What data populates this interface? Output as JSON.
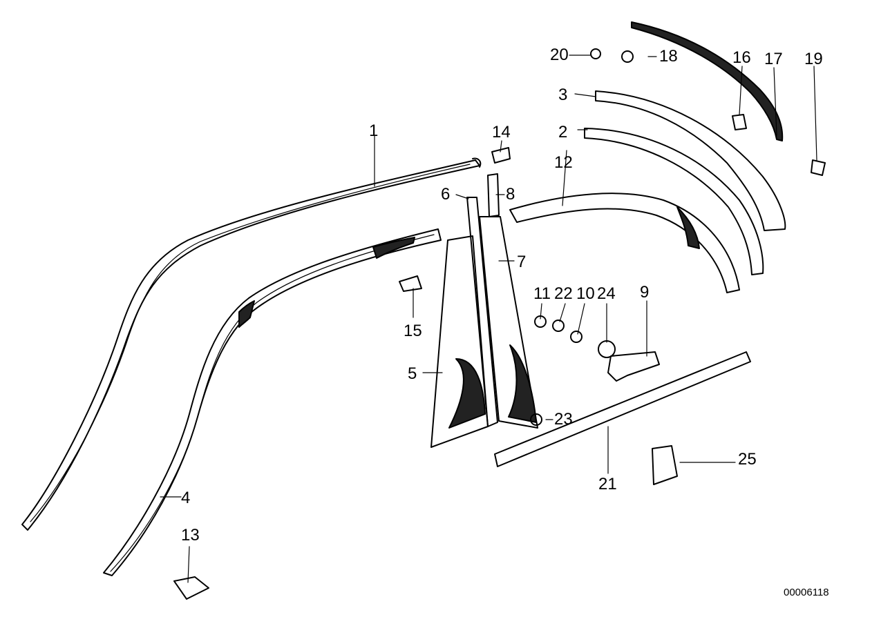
{
  "diagram": {
    "document_code": "00006118",
    "callouts": [
      "1",
      "2",
      "3",
      "4",
      "5",
      "6",
      "7",
      "8",
      "9",
      "10",
      "11",
      "12",
      "13",
      "14",
      "15",
      "16",
      "17",
      "18",
      "19",
      "20",
      "21",
      "22",
      "23",
      "24",
      "25"
    ]
  },
  "colors": {
    "ink": "#000000",
    "paper": "#ffffff",
    "shade": "#222222"
  }
}
